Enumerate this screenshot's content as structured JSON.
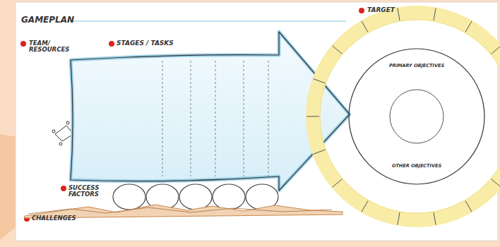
{
  "diagram": {
    "title": "GAMEPLAN",
    "nodes": [
      {
        "text": [
          "STAGES / TASKS"
        ]
      },
      {
        "text": [
          "TARGET"
        ]
      },
      {
        "text": [
          "PRIMARY OBJECTIVES",
          "OTHER OBJECTIVES"
        ],
        "in": 1
      }
    ],
    "labels": [
      "TEAM/ RESOURCES",
      "SUCCESS FACTORS",
      "CHALLENGES"
    ]
  }
}
